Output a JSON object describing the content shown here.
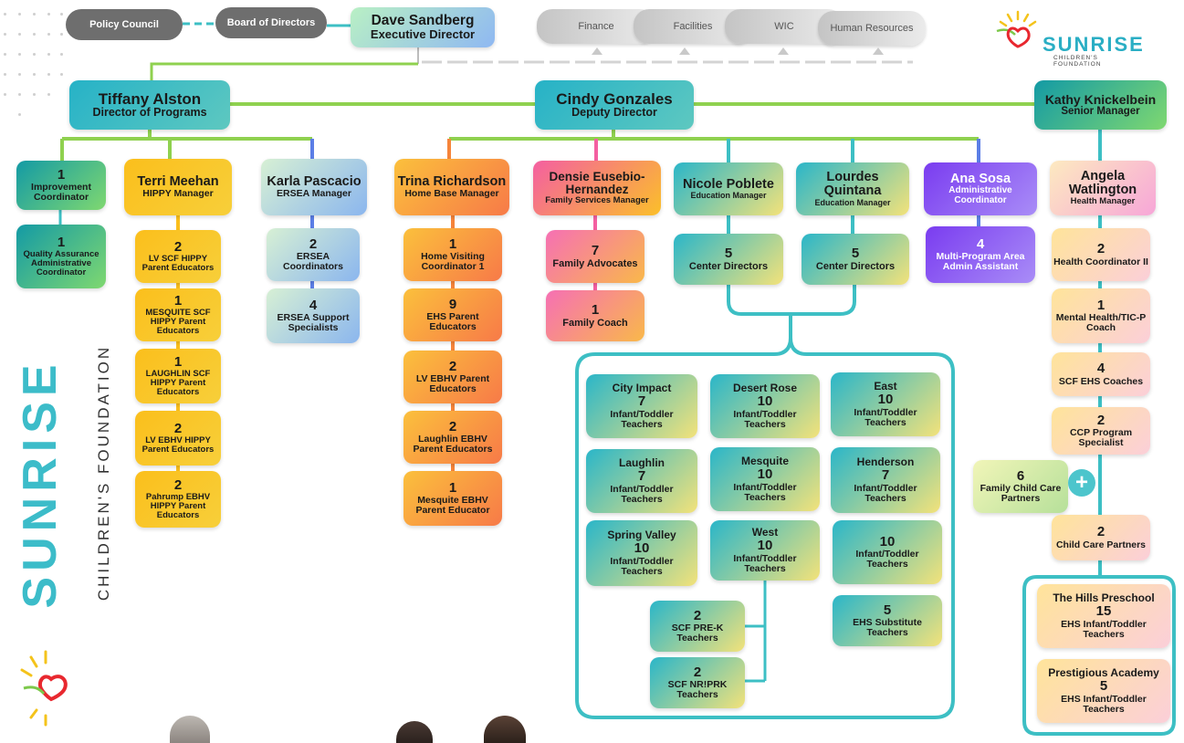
{
  "top": {
    "policy_council": "Policy Council",
    "board": "Board of Directors",
    "exec_name": "Dave Sandberg",
    "exec_title": "Executive Director",
    "depts": [
      "Finance",
      "Facilities",
      "WIC",
      "Human Resources"
    ]
  },
  "logo": {
    "name": "SUNRISE",
    "sub": "CHILDREN'S FOUNDATION"
  },
  "side_logo": {
    "name": "SUNRISE",
    "sub": "CHILDREN'S FOUNDATION"
  },
  "leaders": {
    "tiffany": {
      "name": "Tiffany Alston",
      "title": "Director of Programs"
    },
    "cindy": {
      "name": "Cindy Gonzales",
      "title": "Deputy Director"
    },
    "kathy": {
      "name": "Kathy Knickelbein",
      "title": "Senior Manager"
    }
  },
  "col1": {
    "a": {
      "num": "1",
      "lbl": "Improvement Coordinator"
    },
    "b": {
      "num": "1",
      "lbl": "Quality Assurance Administrative Coordinator"
    }
  },
  "terri": {
    "name": "Terri Meehan",
    "title": "HIPPY Manager",
    "items": [
      {
        "num": "2",
        "lbl": "LV SCF HIPPY Parent Educators"
      },
      {
        "num": "1",
        "lbl": "MESQUITE SCF HIPPY Parent Educators"
      },
      {
        "num": "1",
        "lbl": "LAUGHLIN SCF HIPPY Parent Educators"
      },
      {
        "num": "2",
        "lbl": "LV EBHV HIPPY Parent Educators"
      },
      {
        "num": "2",
        "lbl": "Pahrump EBHV HIPPY Parent Educators"
      }
    ]
  },
  "karla": {
    "name": "Karla Pascacio",
    "title": "ERSEA Manager",
    "items": [
      {
        "num": "2",
        "lbl": "ERSEA Coordinators"
      },
      {
        "num": "4",
        "lbl": "ERSEA Support Specialists"
      }
    ]
  },
  "trina": {
    "name": "Trina Richardson",
    "title": "Home Base Manager",
    "items": [
      {
        "num": "1",
        "lbl": "Home Visiting Coordinator 1"
      },
      {
        "num": "9",
        "lbl": "EHS Parent Educators"
      },
      {
        "num": "2",
        "lbl": "LV EBHV Parent Educators"
      },
      {
        "num": "2",
        "lbl": "Laughlin EBHV Parent Educators"
      },
      {
        "num": "1",
        "lbl": "Mesquite EBHV Parent Educator"
      }
    ]
  },
  "densie": {
    "name": "Densie Eusebio-Hernandez",
    "title": "Family Services Manager",
    "items": [
      {
        "num": "7",
        "lbl": "Family Advocates"
      },
      {
        "num": "1",
        "lbl": "Family Coach"
      }
    ]
  },
  "nicole": {
    "name": "Nicole Poblete",
    "title": "Education Manager",
    "num": "5",
    "lbl": "Center Directors"
  },
  "lourdes": {
    "name": "Lourdes Quintana",
    "title": "Education Manager",
    "num": "5",
    "lbl": "Center Directors"
  },
  "ana": {
    "name": "Ana Sosa",
    "title": "Administrative Coordinator",
    "num": "4",
    "lbl": "Multi-Program Area Admin Assistant"
  },
  "centers": [
    {
      "name": "City Impact",
      "num": "7",
      "lbl": "Infant/Toddler Teachers"
    },
    {
      "name": "Desert Rose",
      "num": "10",
      "lbl": "Infant/Toddler Teachers"
    },
    {
      "name": "East",
      "num": "10",
      "lbl": "Infant/Toddler Teachers"
    },
    {
      "name": "Laughlin",
      "num": "7",
      "lbl": "Infant/Toddler Teachers"
    },
    {
      "name": "Mesquite",
      "num": "10",
      "lbl": "Infant/Toddler Teachers"
    },
    {
      "name": "Henderson",
      "num": "7",
      "lbl": "Infant/Toddler Teachers"
    },
    {
      "name": "Spring Valley",
      "num": "10",
      "lbl": "Infant/Toddler Teachers"
    },
    {
      "name": "West",
      "num": "10",
      "lbl": "Infant/Toddler Teachers"
    },
    {
      "name": "",
      "num": "10",
      "lbl": "Infant/Toddler Teachers"
    }
  ],
  "prek": {
    "num": "2",
    "lbl": "SCF PRE-K Teachers"
  },
  "nrprk": {
    "num": "2",
    "lbl": "SCF NR!PRK Teachers"
  },
  "subs": {
    "num": "5",
    "lbl": "EHS Substitute Teachers"
  },
  "angela": {
    "name": "Angela Watlington",
    "title": "Health Manager",
    "items": [
      {
        "num": "2",
        "lbl": "Health Coordinator II"
      },
      {
        "num": "1",
        "lbl": "Mental Health/TIC-P Coach"
      },
      {
        "num": "4",
        "lbl": "SCF EHS Coaches"
      },
      {
        "num": "2",
        "lbl": "CCP Program Specialist"
      },
      {
        "num": "2",
        "lbl": "Child Care Partners"
      }
    ]
  },
  "fccp": {
    "num": "6",
    "lbl": "Family Child Care Partners"
  },
  "plus": "+",
  "partners": [
    {
      "name": "The Hills Preschool",
      "num": "15",
      "lbl": "EHS Infant/Toddler Teachers"
    },
    {
      "name": "Prestigious Academy",
      "num": "5",
      "lbl": "EHS Infant/Toddler Teachers"
    }
  ],
  "colors": {
    "teal": "#3dbfc4",
    "green": "#8fd14f",
    "pink": "#f45fa1",
    "orange": "#f6843a",
    "blue": "#5b7ee6",
    "purple": "#7a3cf0",
    "yellow": "#fbbf1c"
  }
}
